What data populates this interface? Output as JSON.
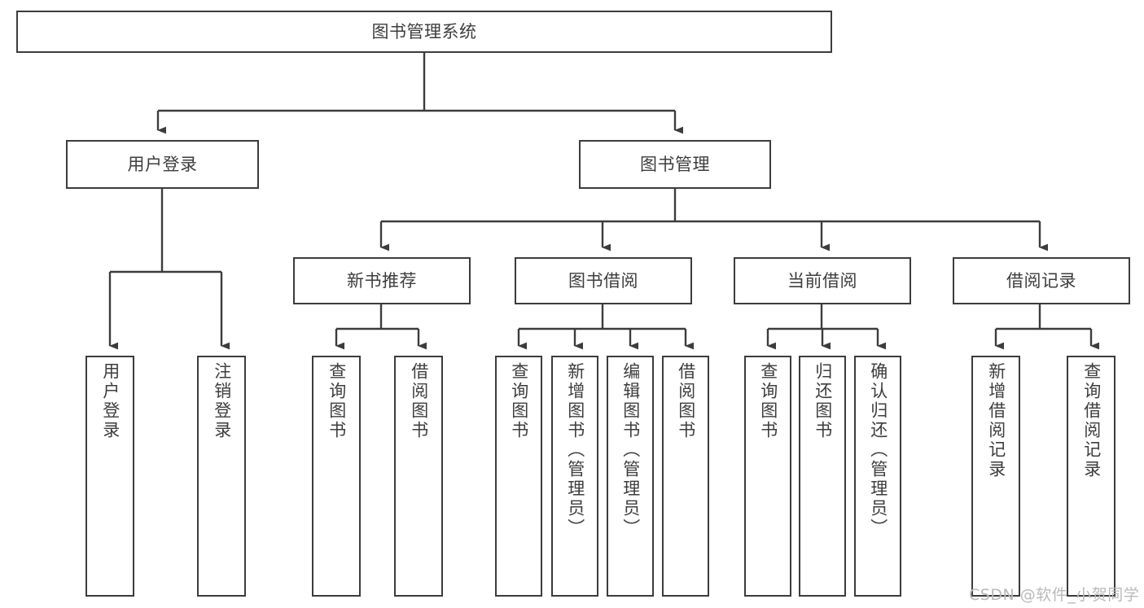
{
  "diagram": {
    "title": "图书管理系统",
    "watermark": "CSDN @软件_小贺同学",
    "colors": {
      "box_border": "#3c3c3c",
      "text": "#3d3d3d",
      "line": "#3c3c3c",
      "background": "#ffffff",
      "watermark": "#b9b9b9"
    },
    "nodes": {
      "root": {
        "label": "图书管理系统"
      },
      "level2": [
        {
          "label": "用户登录"
        },
        {
          "label": "图书管理"
        }
      ],
      "level3": [
        {
          "label": "新书推荐"
        },
        {
          "label": "图书借阅"
        },
        {
          "label": "当前借阅"
        },
        {
          "label": "借阅记录"
        }
      ],
      "leaves": {
        "user_login": [
          {
            "label": "用户登录"
          },
          {
            "label": "注销登录"
          }
        ],
        "new_book_recommend": [
          {
            "label": "查询图书"
          },
          {
            "label": "借阅图书"
          }
        ],
        "book_borrow": [
          {
            "label": "查询图书"
          },
          {
            "label": "新增图书（管理员）"
          },
          {
            "label": "编辑图书（管理员）"
          },
          {
            "label": "借阅图书"
          }
        ],
        "current_borrow": [
          {
            "label": "查询图书"
          },
          {
            "label": "归还图书"
          },
          {
            "label": "确认归还（管理员）"
          }
        ],
        "borrow_record": [
          {
            "label": "新增借阅记录"
          },
          {
            "label": "查询借阅记录"
          }
        ]
      }
    }
  }
}
